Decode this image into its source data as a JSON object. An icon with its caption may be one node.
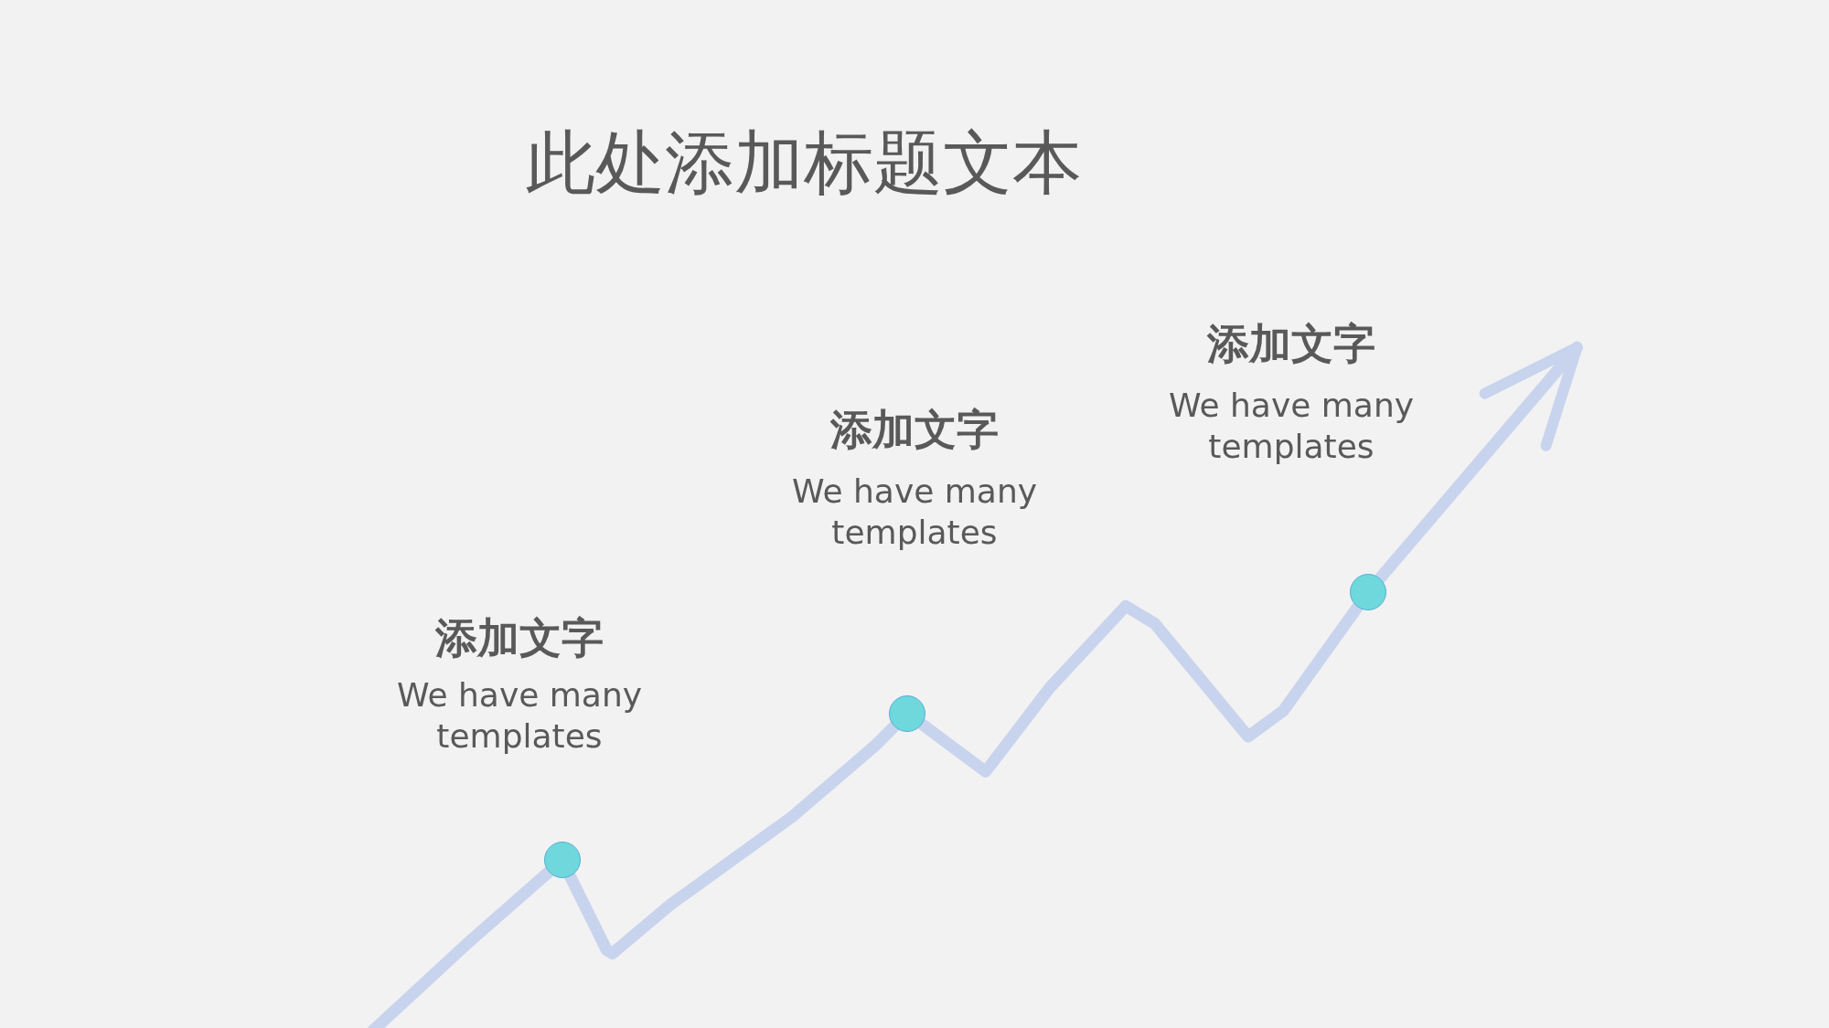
{
  "diagram": {
    "title": "此处添加标题文本",
    "nodes": [
      {
        "text": [],
        "shape": "circle"
      },
      {
        "text": [],
        "shape": "circle"
      },
      {
        "text": [],
        "shape": "circle"
      }
    ],
    "edges": [
      {
        "from": null,
        "to": 0,
        "arrow": "none"
      },
      {
        "from": 0,
        "to": 1,
        "arrow": "none"
      },
      {
        "from": 1,
        "to": 2,
        "arrow": "none"
      },
      {
        "from": 2,
        "to": null,
        "arrow": "to"
      }
    ],
    "labels": [
      "添加文字",
      "We have many templates",
      "添加文字",
      "We have many templates",
      "添加文字",
      "We have many templates"
    ]
  }
}
